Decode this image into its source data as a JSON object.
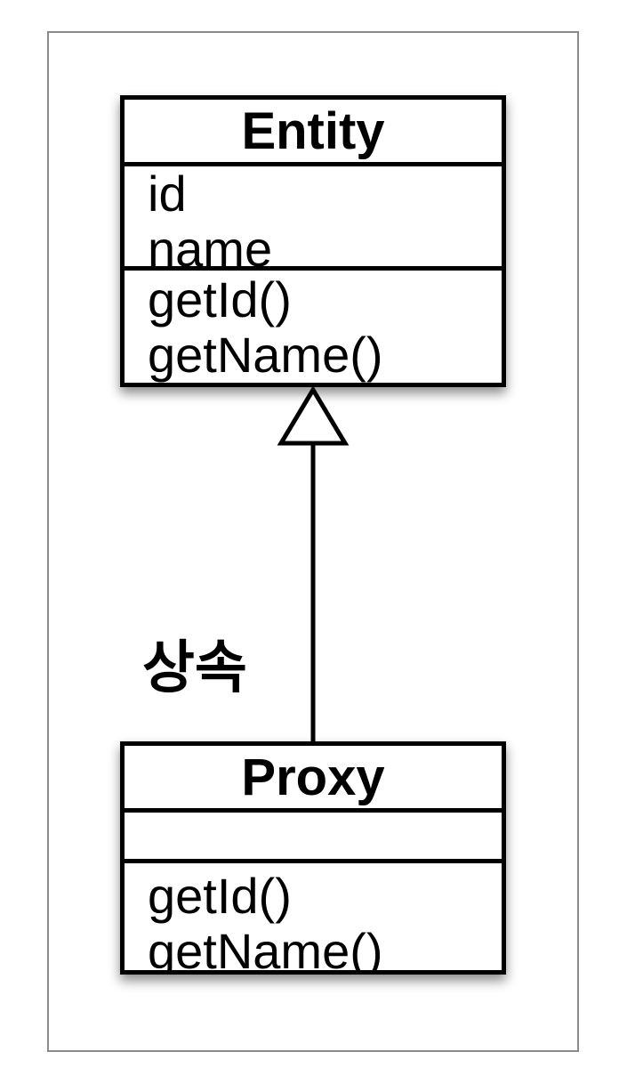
{
  "diagram": {
    "kind": "uml-class-diagram",
    "classes": [
      {
        "name": "Entity",
        "attributes": [
          "id",
          "name"
        ],
        "methods": [
          "getId()",
          "getName()"
        ]
      },
      {
        "name": "Proxy",
        "attributes": [],
        "methods": [
          "getId()",
          "getName()"
        ]
      }
    ],
    "relationship": {
      "type": "inheritance",
      "from": "Proxy",
      "to": "Entity",
      "label": "상속",
      "arrowhead": "hollow-triangle"
    }
  },
  "colors": {
    "background": "#ffffff",
    "frame_border": "#8a8a8a",
    "box_border": "#000000",
    "box_fill": "#ffffff",
    "text": "#000000"
  }
}
